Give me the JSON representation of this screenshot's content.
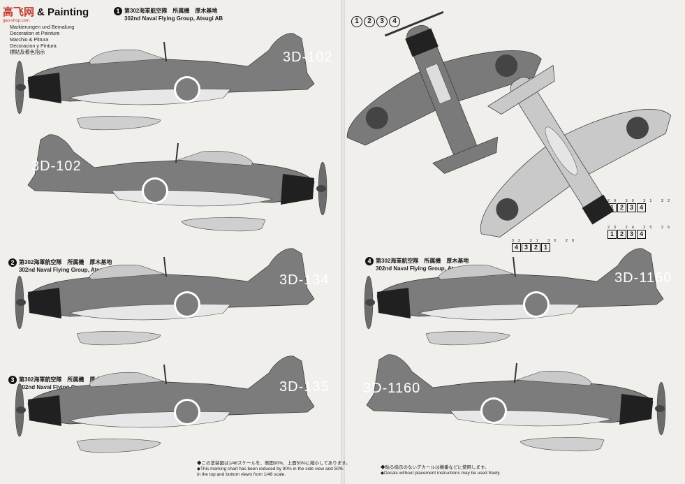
{
  "logo": {
    "cn": "高飞网",
    "en": "& Painting",
    "url": "gao-shop.com"
  },
  "markings": [
    "Markierungen und Bemalung",
    "Decoration et Peinture",
    "Marchio & Pittura",
    "Decoracion y Pintura",
    "標貼及着色指示"
  ],
  "sections": [
    {
      "num": "1",
      "jp": "第302海軍航空隊　所属機　厚木基地",
      "en": "302nd Naval Flying Group, Atsugi AB",
      "code": "3D-102"
    },
    {
      "num": "2",
      "jp": "第302海軍航空隊　所属機　厚木基地",
      "en": "302nd Naval Flying Group, Atsugi AB",
      "code": "3D-134"
    },
    {
      "num": "3",
      "jp": "第302海軍航空隊　所属機　厚木基地",
      "en": "302nd Naval Flying Group, Atsugi AB",
      "code": "3D-135"
    },
    {
      "num": "4",
      "jp": "第302海軍航空隊　所属機　厚木基地",
      "en": "302nd Naval Flying Group, Atsugi AB",
      "code": "3D-1160"
    }
  ],
  "top_nums": [
    "1",
    "2",
    "3",
    "4"
  ],
  "notes_left": [
    "◆この塗装図は1/48スケールを、側面90%、上面50%に縮小してあります。",
    "◆This marking chart has been reduced by 90% in the side view and 50%",
    "in the top and bottom views from 1/48 scale."
  ],
  "notes_right": [
    "◆貼る指示のないデカールは機番などに使用します。",
    "◆Decals without placement instructions may be used freely."
  ],
  "boxes_a": {
    "nums": "29 30 31 32",
    "vals": [
      "1",
      "2",
      "3",
      "4"
    ]
  },
  "boxes_b": {
    "nums": "23 24 25 26",
    "vals": [
      "1",
      "2",
      "3",
      "4"
    ]
  },
  "boxes_c": {
    "nums": "32 31 30 29",
    "vals": [
      "4",
      "3",
      "2",
      "1"
    ]
  }
}
